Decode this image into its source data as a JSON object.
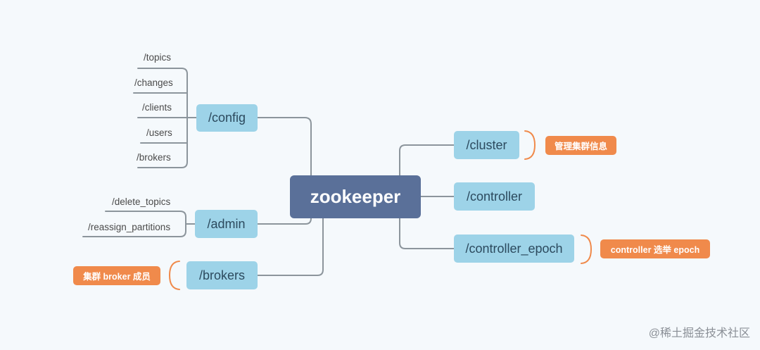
{
  "root": {
    "label": "zookeeper"
  },
  "left_branches": {
    "config": {
      "label": "/config",
      "children": [
        "/topics",
        "/changes",
        "/clients",
        "/users",
        "/brokers"
      ]
    },
    "admin": {
      "label": "/admin",
      "children": [
        "/delete_topics",
        "/reassign_partitions"
      ]
    },
    "brokers": {
      "label": "/brokers",
      "note": "集群 broker 成员"
    }
  },
  "right_branches": {
    "cluster": {
      "label": "/cluster",
      "note": "管理集群信息"
    },
    "controller": {
      "label": "/controller"
    },
    "controller_epoch": {
      "label": "/controller_epoch",
      "note": "controller 选举 epoch"
    }
  },
  "watermark": "@稀土掘金技术社区",
  "colors": {
    "background": "#f5f9fc",
    "root_fill": "#5a7099",
    "node_fill": "#9dd3e8",
    "connector": "#8c959c",
    "bracket": "#f08a4b",
    "note_fill": "#f08a4b"
  }
}
